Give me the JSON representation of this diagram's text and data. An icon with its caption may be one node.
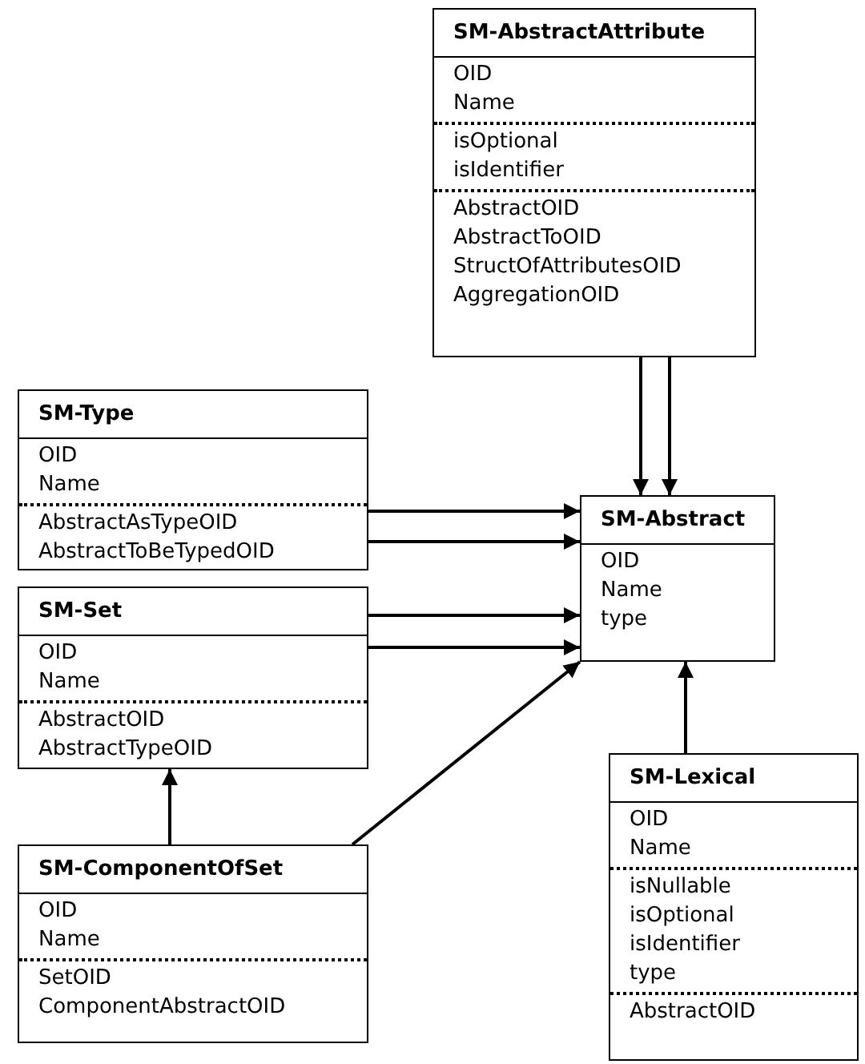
{
  "diagram": {
    "nodes": [
      {
        "text": [
          "SM-AbstractAttribute",
          "OID",
          "Name",
          "isOptional",
          "isIdentifier",
          "AbstractOID",
          "AbstractToOID",
          "StructOfAttributesOID",
          "AggregationOID"
        ]
      },
      {
        "text": [
          "SM-Type",
          "OID",
          "Name",
          "AbstractAsTypeOID",
          "AbstractToBeTypedOID"
        ]
      },
      {
        "text": [
          "SM-Abstract",
          "OID",
          "Name",
          "type"
        ]
      },
      {
        "text": [
          "SM-Set",
          "OID",
          "Name",
          "AbstractOID",
          "AbstractTypeOID"
        ]
      },
      {
        "text": [
          "SM-Lexical",
          "OID",
          "Name",
          "isNullable",
          "isOptional",
          "isIdentifier",
          "type",
          "AbstractOID"
        ]
      },
      {
        "text": [
          "SM-ComponentOfSet",
          "OID",
          "Name",
          "SetOID",
          "ComponentAbstractOID"
        ]
      }
    ],
    "edges": [
      {
        "from": 0,
        "to": 2,
        "arrow": "to"
      },
      {
        "from": 0,
        "to": 2,
        "arrow": "to"
      },
      {
        "from": 1,
        "to": 2,
        "arrow": "to"
      },
      {
        "from": 1,
        "to": 2,
        "arrow": "to"
      },
      {
        "from": 3,
        "to": 2,
        "arrow": "to"
      },
      {
        "from": 3,
        "to": 2,
        "arrow": "to"
      },
      {
        "from": 4,
        "to": 2,
        "arrow": "to"
      },
      {
        "from": 5,
        "to": 3,
        "arrow": "to"
      },
      {
        "from": 5,
        "to": 2,
        "arrow": "to"
      }
    ]
  }
}
